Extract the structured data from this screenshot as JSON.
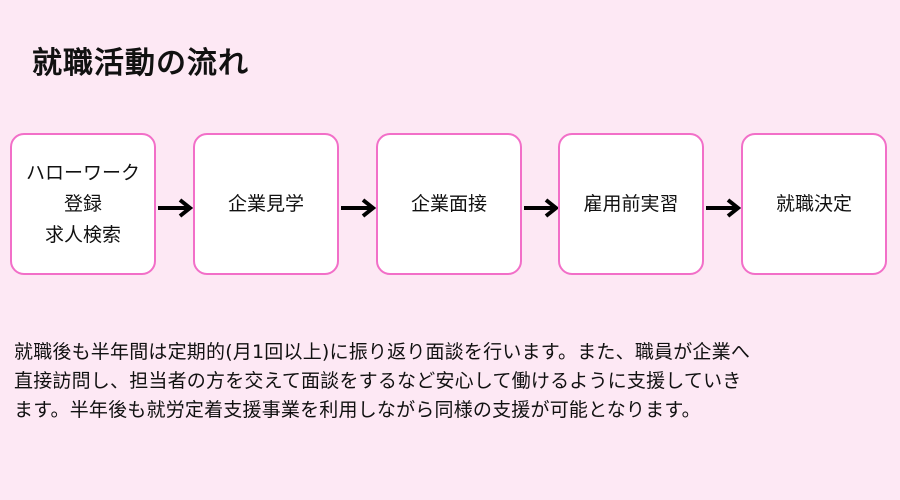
{
  "title": "就職活動の流れ",
  "steps": [
    {
      "lines": [
        "ハローワーク",
        "登録",
        "求人検索"
      ]
    },
    {
      "lines": [
        "企業見学"
      ]
    },
    {
      "lines": [
        "企業面接"
      ]
    },
    {
      "lines": [
        "雇用前実習"
      ]
    },
    {
      "lines": [
        "就職決定"
      ]
    }
  ],
  "description": {
    "lines": [
      "就職後も半年間は定期的(月1回以上)に振り返り面談を行います。また、職員が企業へ",
      "直接訪問し、担当者の方を交えて面談をするなど安心して働けるように支援していき",
      "ます。半年後も就労定着支援事業を利用しながら同様の支援が可能となります。"
    ]
  },
  "colors": {
    "background": "#fde8f4",
    "box_border": "#f26fc8",
    "arrow": "#000000"
  }
}
